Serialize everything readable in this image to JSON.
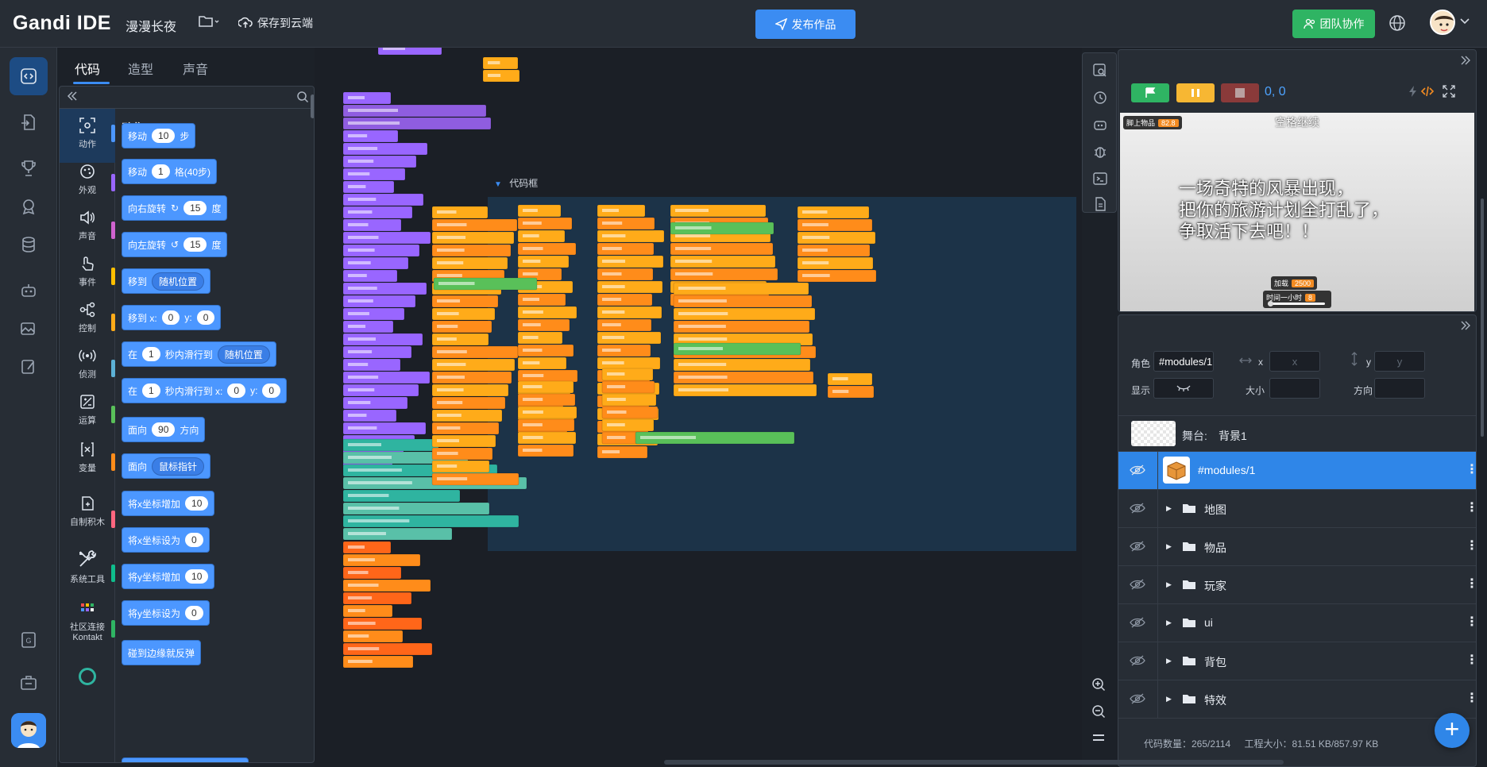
{
  "app": {
    "logo": "Gandi IDE",
    "project_name": "漫漫长夜",
    "save_label": "保存到云端",
    "publish_label": "发布作品",
    "team_label": "团队协作"
  },
  "editor_tabs": [
    {
      "label": "代码"
    },
    {
      "label": "造型"
    },
    {
      "label": "声音"
    }
  ],
  "categories": [
    {
      "label": "动作",
      "icon": "motion-icon",
      "color": "#4c97ff"
    },
    {
      "label": "外观",
      "icon": "looks-icon",
      "color": "#9966ff"
    },
    {
      "label": "声音",
      "icon": "sound-icon",
      "color": "#cf63cf"
    },
    {
      "label": "事件",
      "icon": "events-icon",
      "color": "#ffbf00"
    },
    {
      "label": "控制",
      "icon": "control-icon",
      "color": "#ffab19"
    },
    {
      "label": "侦测",
      "icon": "sensing-icon",
      "color": "#5cb1d6"
    },
    {
      "label": "运算",
      "icon": "operators-icon",
      "color": "#59c059"
    },
    {
      "label": "变量",
      "icon": "variables-icon",
      "color": "#ff8c1a"
    },
    {
      "label": "自制积木",
      "icon": "myblocks-icon",
      "color": "#ff6680"
    },
    {
      "label": "系统工具",
      "icon": "tools-icon",
      "color": "#0fbd8c"
    },
    {
      "label": "社区连接",
      "sub": "Kontakt",
      "icon": "community-icon",
      "color": "#2fb463"
    }
  ],
  "palette": {
    "title": "动作",
    "blocks": [
      {
        "parts": [
          {
            "t": "移动"
          },
          {
            "v": "10"
          },
          {
            "t": "步"
          }
        ]
      },
      {
        "parts": [
          {
            "t": "移动"
          },
          {
            "v": "1"
          },
          {
            "t": "格(40步)"
          }
        ]
      },
      {
        "parts": [
          {
            "t": "向右旋转"
          },
          {
            "t": "↻"
          },
          {
            "v": "15"
          },
          {
            "t": "度"
          }
        ]
      },
      {
        "parts": [
          {
            "t": "向左旋转"
          },
          {
            "t": "↺"
          },
          {
            "v": "15"
          },
          {
            "t": "度"
          }
        ]
      },
      {
        "parts": [
          {
            "t": "移到"
          },
          {
            "d": "随机位置"
          }
        ]
      },
      {
        "parts": [
          {
            "t": "移到 x:"
          },
          {
            "v": "0"
          },
          {
            "t": "y:"
          },
          {
            "v": "0"
          }
        ]
      },
      {
        "parts": [
          {
            "t": "在"
          },
          {
            "v": "1"
          },
          {
            "t": "秒内滑行到"
          },
          {
            "d": "随机位置"
          }
        ]
      },
      {
        "parts": [
          {
            "t": "在"
          },
          {
            "v": "1"
          },
          {
            "t": "秒内滑行到 x:"
          },
          {
            "v": "0"
          },
          {
            "t": "y:"
          },
          {
            "v": "0"
          }
        ]
      },
      {
        "parts": [
          {
            "t": "面向"
          },
          {
            "v": "90"
          },
          {
            "t": "方向"
          }
        ]
      },
      {
        "parts": [
          {
            "t": "面向"
          },
          {
            "d": "鼠标指针"
          }
        ]
      },
      {
        "parts": [
          {
            "t": "将x坐标增加"
          },
          {
            "v": "10"
          }
        ]
      },
      {
        "parts": [
          {
            "t": "将x坐标设为"
          },
          {
            "v": "0"
          }
        ]
      },
      {
        "parts": [
          {
            "t": "将y坐标增加"
          },
          {
            "v": "10"
          }
        ]
      },
      {
        "parts": [
          {
            "t": "将y坐标设为"
          },
          {
            "v": "0"
          }
        ]
      },
      {
        "parts": [
          {
            "t": "碰到边缘就反弹"
          }
        ]
      }
    ]
  },
  "workspace": {
    "comment_label": "代码框"
  },
  "stage": {
    "coords": "0, 0",
    "title": "空格继续",
    "story_lines": [
      "一场奇特的风暴出现，",
      "把你的旅游计划全打乱了，",
      "争取活下去吧！！"
    ],
    "monitor_top": {
      "label": "脚上物品",
      "value": "82.8"
    },
    "monitor_load": {
      "label": "加载",
      "value": "2500"
    },
    "monitor_time": {
      "label": "时间一小时",
      "value": "8"
    }
  },
  "sprite_props": {
    "role_label": "角色",
    "role_value": "#modules/1",
    "x_label": "x",
    "x_placeholder": "x",
    "y_label": "y",
    "y_placeholder": "y",
    "show_label": "显示",
    "size_label": "大小",
    "direction_label": "方向"
  },
  "stage_row": {
    "label": "舞台:",
    "name": "背景1"
  },
  "sprites": [
    {
      "name": "#modules/1",
      "type": "sprite",
      "active": true
    },
    {
      "name": "地图",
      "type": "folder"
    },
    {
      "name": "物品",
      "type": "folder"
    },
    {
      "name": "玩家",
      "type": "folder"
    },
    {
      "name": "ui",
      "type": "folder"
    },
    {
      "name": "背包",
      "type": "folder"
    },
    {
      "name": "特效",
      "type": "folder"
    }
  ],
  "footer": {
    "code_count": "代码数量：265/2114",
    "project_size": "工程大小：81.51 KB/857.97 KB"
  },
  "colors": {
    "accent": "#3b8cf2",
    "team": "#2fb463",
    "motion": "#4c97ff",
    "looks": "#9966ff",
    "control": "#ffab19",
    "operators": "#59c059",
    "sensing": "#5cb1d6",
    "variables": "#ff8c1a"
  }
}
